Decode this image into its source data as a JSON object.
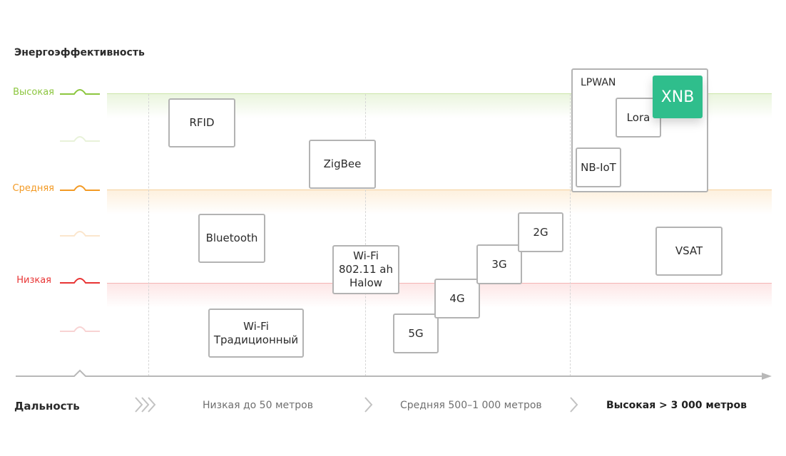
{
  "diagram": {
    "y_axis_title": "Энергоэффективность",
    "x_axis_title": "Дальность",
    "levels": [
      {
        "label": "Высокая",
        "color": "#8cc63f"
      },
      {
        "label": "Средняя",
        "color": "#f39a24"
      },
      {
        "label": "Низкая",
        "color": "#e83434"
      }
    ],
    "ranges": [
      {
        "label": "Низкая до 50 метров"
      },
      {
        "label": "Средняя 500–1 000 метров"
      },
      {
        "label": "Высокая > 3 000 метров"
      }
    ],
    "technologies": {
      "rfid": "RFID",
      "zigbee": "ZigBee",
      "bluetooth": "Bluetooth",
      "wifi_halow": "Wi-Fi\n802.11 ah\nHalow",
      "wifi_traditional": "Wi-Fi\nТрадиционный",
      "5g": "5G",
      "4g": "4G",
      "3g": "3G",
      "2g": "2G",
      "vsat": "VSAT",
      "lpwan_group": "LPWAN",
      "lora": "Lora",
      "nbiot": "NB-IoT",
      "xnb": "XNB"
    },
    "colors": {
      "accent": "#2fbe8c",
      "box_border": "#b3b3b3",
      "axis": "#b8b8b8"
    }
  }
}
